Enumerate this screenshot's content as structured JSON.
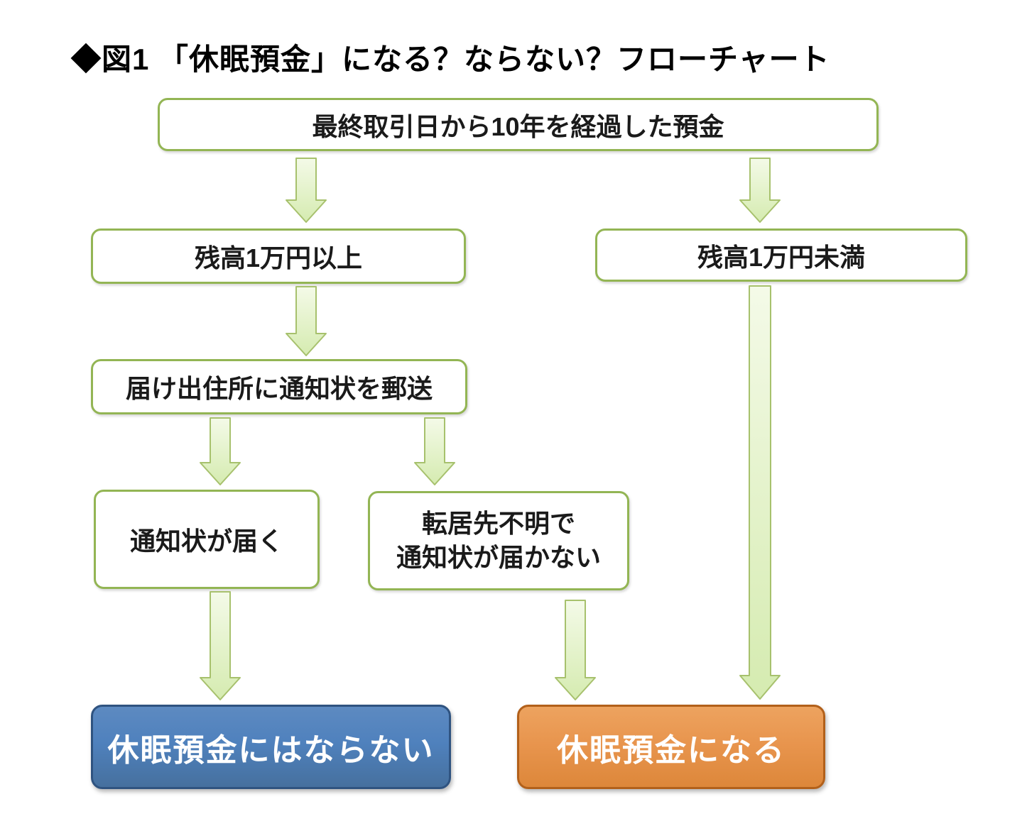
{
  "title": "◆図1 「休眠預金」になる？ならない？フローチャート",
  "flowchart": {
    "start": "最終取引日から10年を経過した預金",
    "balance_10k_or_more": "残高1万円以上",
    "balance_under_10k": "残高1万円未満",
    "mail_notice": "届け出住所に通知状を郵送",
    "notice_received": "通知状が届く",
    "notice_not_received_line1": "転居先不明で",
    "notice_not_received_line2": "通知状が届かない",
    "outcome_not_dormant": "休眠預金にはならない",
    "outcome_dormant": "休眠預金になる"
  },
  "colors": {
    "node_border_green": "#93b554",
    "arrow_fill_light": "#f2f8e3",
    "arrow_fill_dark": "#d7ecb3",
    "arrow_outline": "#a7c16d",
    "outcome_negative_fill": "#4f81bd",
    "outcome_negative_border": "#2f5380",
    "outcome_positive_fill": "#e8954e",
    "outcome_positive_border": "#b2601a",
    "text_dark": "#1a1a1a",
    "text_light": "#ffffff"
  }
}
